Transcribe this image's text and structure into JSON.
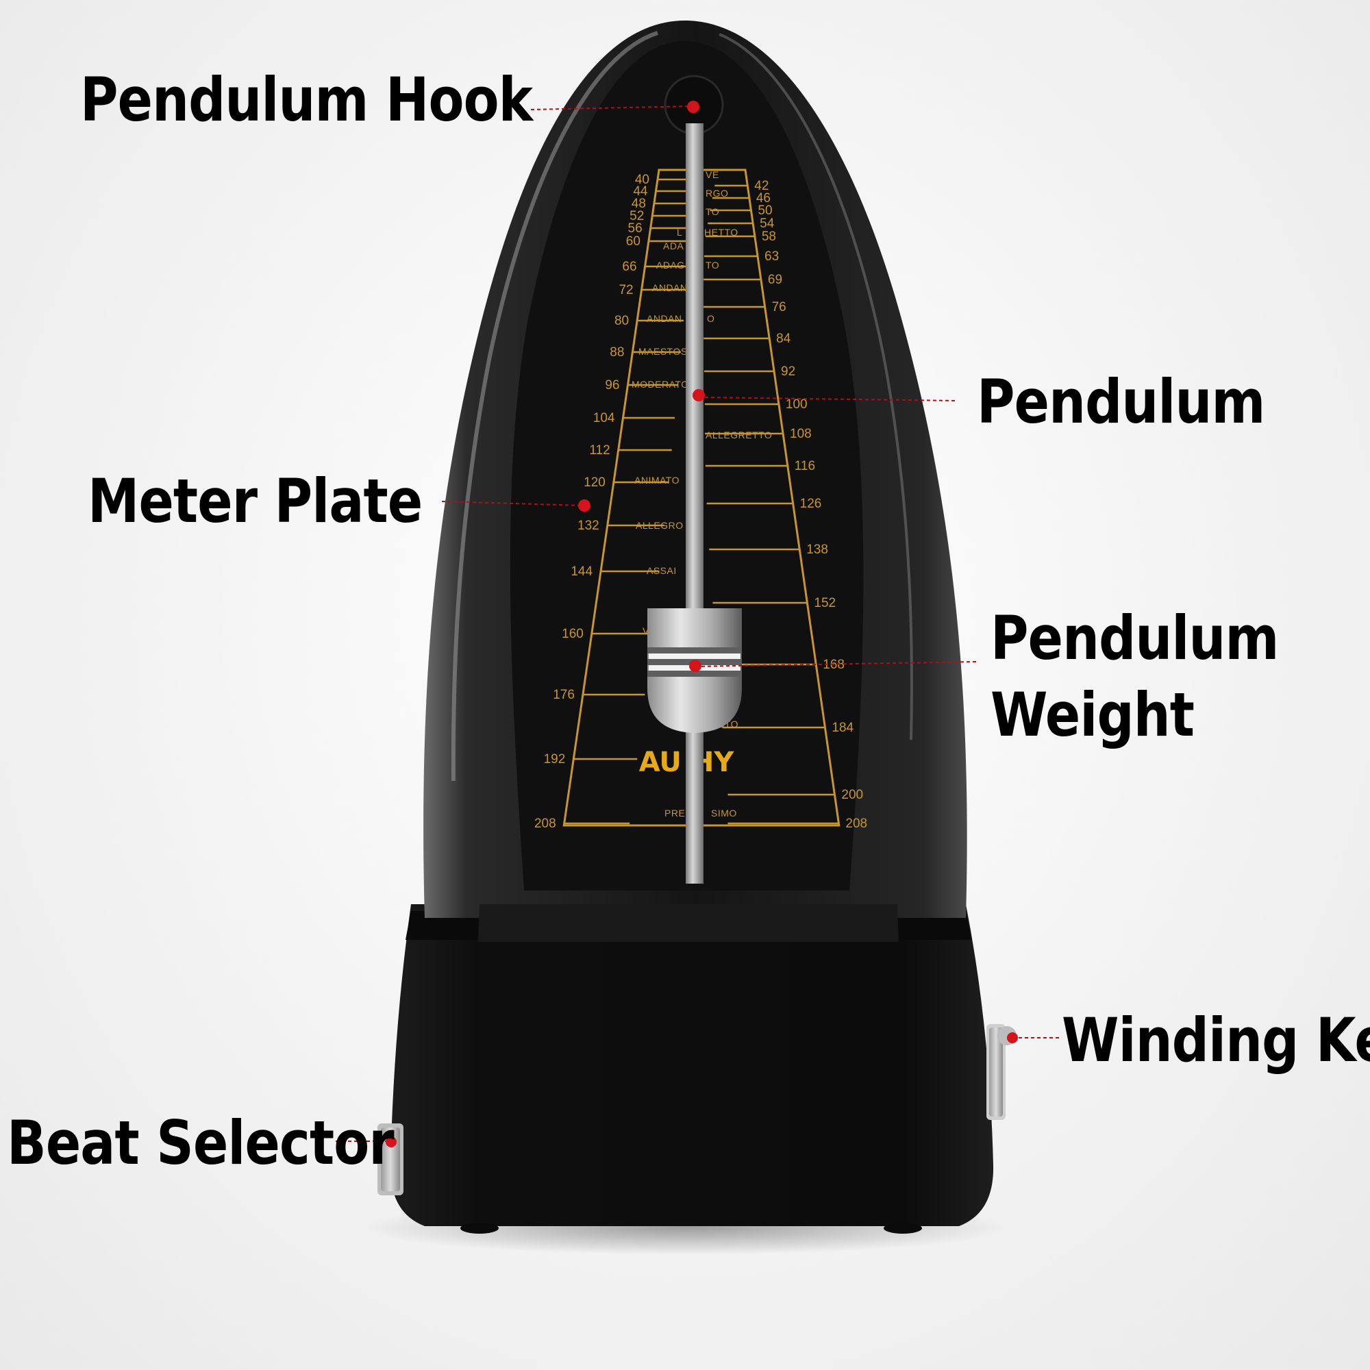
{
  "labels": {
    "pendulum_hook": "Pendulum Hook",
    "pendulum": "Pendulum",
    "meter_plate": "Meter Plate",
    "pendulum_weight_line1": "Pendulum",
    "pendulum_weight_line2": "Weight",
    "winding_key": "Winding Key",
    "beat_selector": "Beat Selector"
  },
  "brand": "AU HY",
  "scale": {
    "left_numbers": [
      "40",
      "44",
      "48",
      "52",
      "56",
      "60",
      "66",
      "72",
      "80",
      "88",
      "96",
      "104",
      "112",
      "120",
      "132",
      "144",
      "160",
      "176",
      "192",
      "208"
    ],
    "right_numbers": [
      "42",
      "46",
      "50",
      "54",
      "58",
      "63",
      "69",
      "76",
      "84",
      "92",
      "100",
      "108",
      "116",
      "126",
      "138",
      "152",
      "168",
      "184",
      "200",
      "208"
    ],
    "tempo_words": [
      "VE",
      "RGO",
      "TO",
      "L",
      "HETTO",
      "ADA",
      "ADAG",
      "TO",
      "ANDAN",
      "ANDAN",
      "O",
      "MAESTOS",
      "MODERATO",
      "ALLEGRETTO",
      "ANIMATO",
      "ALLEGRO",
      "ASSAI",
      "V",
      "STO",
      "PRE",
      "SIMO"
    ]
  },
  "colors": {
    "scale_gold": "#c9962c",
    "brand_gold": "#e7a91a",
    "callout_dot": "#d4141a",
    "body_black": "#111111"
  }
}
